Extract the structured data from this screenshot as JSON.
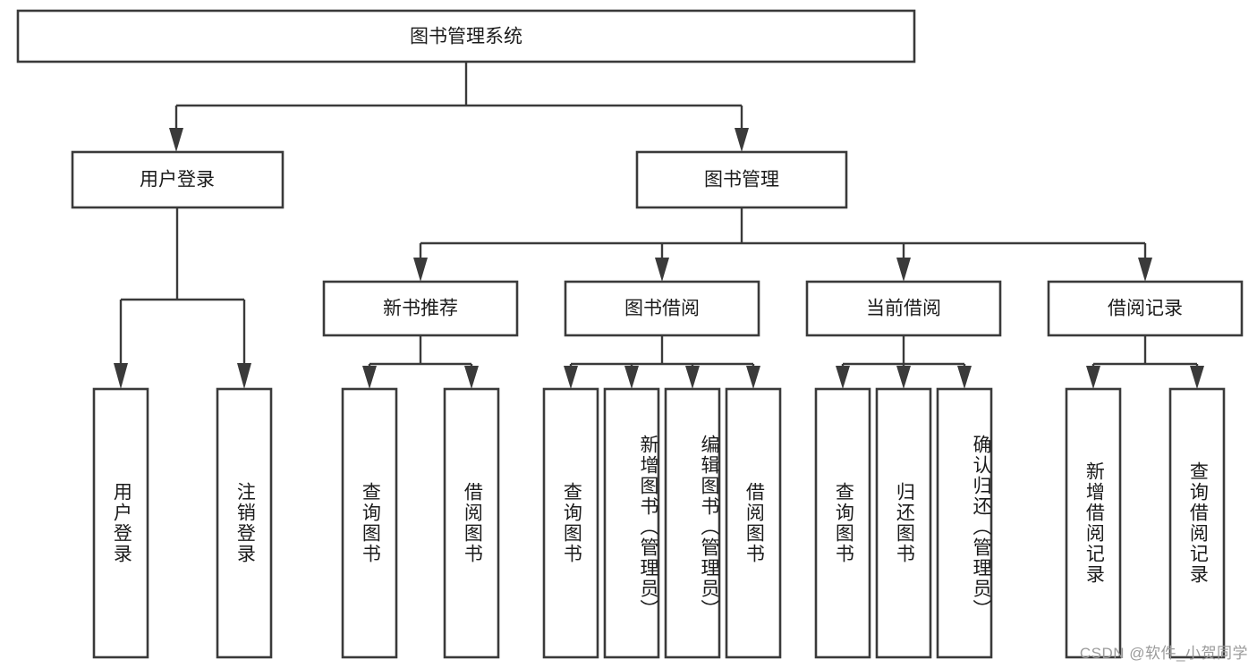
{
  "diagram": {
    "type": "hierarchy-tree",
    "title": "图书管理系统",
    "root": {
      "label": "图书管理系统"
    },
    "level2": [
      {
        "label": "用户登录"
      },
      {
        "label": "图书管理"
      }
    ],
    "level3": [
      {
        "label": "新书推荐"
      },
      {
        "label": "图书借阅"
      },
      {
        "label": "当前借阅"
      },
      {
        "label": "借阅记录"
      }
    ],
    "leaves": {
      "user_login": [
        {
          "label": "用户登录"
        },
        {
          "label": "注销登录"
        }
      ],
      "new_book_recommend": [
        {
          "label": "查询图书"
        },
        {
          "label": "借阅图书"
        }
      ],
      "book_borrow": [
        {
          "label": "查询图书"
        },
        {
          "label": "新增图书（管理员）"
        },
        {
          "label": "编辑图书（管理员）"
        },
        {
          "label": "借阅图书"
        }
      ],
      "current_borrow": [
        {
          "label": "查询图书"
        },
        {
          "label": "归还图书"
        },
        {
          "label": "确认归还（管理员）"
        }
      ],
      "borrow_record": [
        {
          "label": "新增借阅记录"
        },
        {
          "label": "查询借阅记录"
        }
      ]
    }
  },
  "watermark": {
    "text": "CSDN @软件_小贺同学"
  },
  "colors": {
    "box_stroke": "#3a3a3a",
    "box_fill": "#ffffff",
    "text": "#1b1b1b",
    "watermark": "#9b9b9b",
    "background": "#ffffff"
  }
}
